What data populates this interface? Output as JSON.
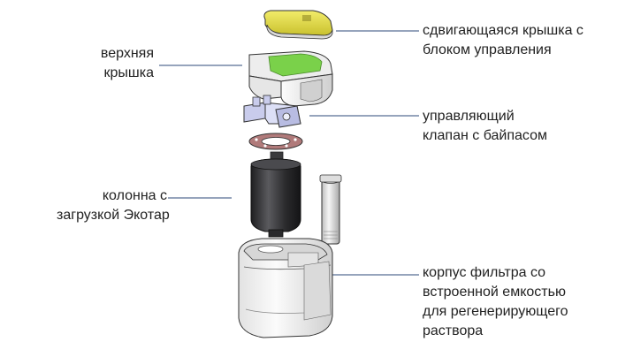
{
  "colors": {
    "leader_line": "#2e4a7a",
    "lid_yellow": "#e8e04a",
    "panel_green": "#7ad14a",
    "column_dark": "#2e2e30",
    "housing_white": "#f2f2f2",
    "outline": "#333333"
  },
  "labels": {
    "top_cover": [
      "верхняя",
      "крышка"
    ],
    "media_column": [
      "колонна с",
      "загрузкой Экотар"
    ],
    "sliding_lid": [
      "сдвигающаяся крышка с",
      "блоком управления"
    ],
    "control_valve": [
      "управляющий",
      "клапан с байпасом"
    ],
    "filter_housing": [
      "корпус фильтра со",
      "встроенной емкостью",
      "для регенерирующего",
      "раствора"
    ]
  }
}
